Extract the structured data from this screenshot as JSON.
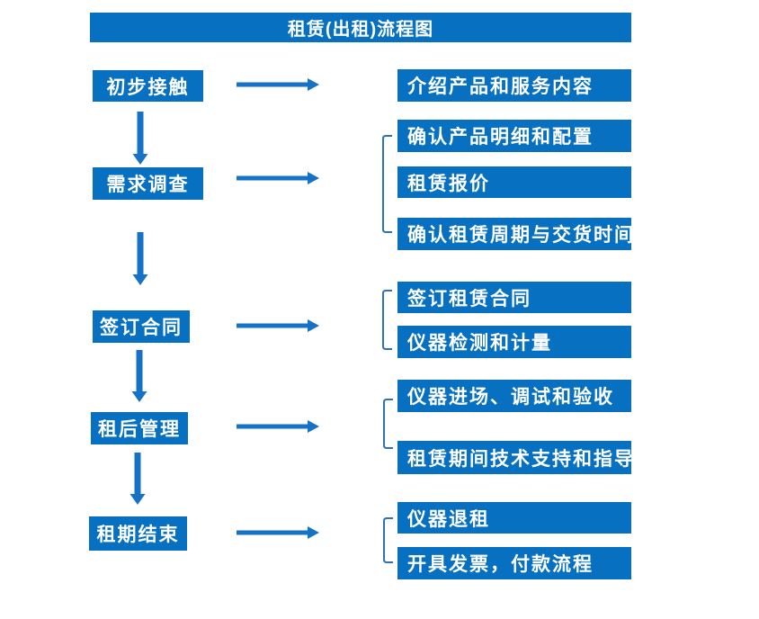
{
  "title": "租赁(出租)流程图",
  "flow": [
    {
      "step": "初步接触",
      "outputs": [
        "介绍产品和服务内容"
      ]
    },
    {
      "step": "需求调查",
      "outputs": [
        "确认产品明细和配置",
        "租赁报价",
        "确认租赁周期与交货时间"
      ]
    },
    {
      "step": "签订合同",
      "outputs": [
        "签订租赁合同",
        "仪器检测和计量"
      ]
    },
    {
      "step": "租后管理",
      "outputs": [
        "仪器进场、调试和验收",
        "租赁期间技术支持和指导"
      ]
    },
    {
      "step": "租期结束",
      "outputs": [
        "仪器退租",
        "开具发票，付款流程"
      ]
    }
  ],
  "colors": {
    "box": "#0770C1",
    "arrow": "#1572C6",
    "bracket": "#2E74B5",
    "text": "#ffffff"
  }
}
